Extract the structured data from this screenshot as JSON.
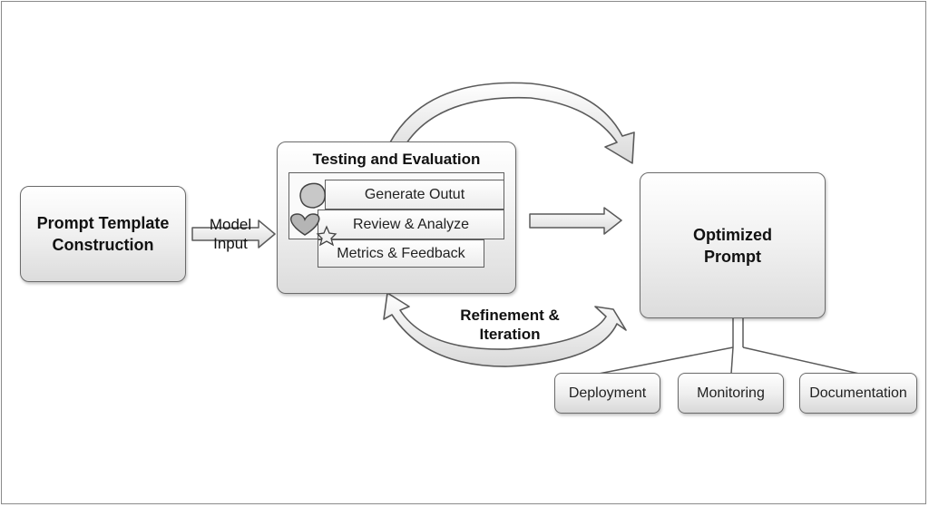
{
  "nodes": {
    "prompt_template": {
      "label": "Prompt Template Construction"
    },
    "testing": {
      "title": "Testing and Evaluation",
      "steps": [
        "Generate Outut",
        "Review & Analyze",
        "Metrics & Feedback"
      ]
    },
    "optimized": {
      "label": "Optimized Prompt"
    },
    "outputs": [
      "Deployment",
      "Monitoring",
      "Documentation"
    ]
  },
  "edges": {
    "model_input": "Model Input",
    "refinement": "Refinement & Iteration"
  },
  "colors": {
    "stroke": "#6b6b6b",
    "arrow_fill": "#e9e9e9",
    "box_gradient_top": "#ffffff",
    "box_gradient_bottom": "#dcdcdc"
  },
  "icons": [
    "circle-icon",
    "heart-icon",
    "star-icon"
  ]
}
